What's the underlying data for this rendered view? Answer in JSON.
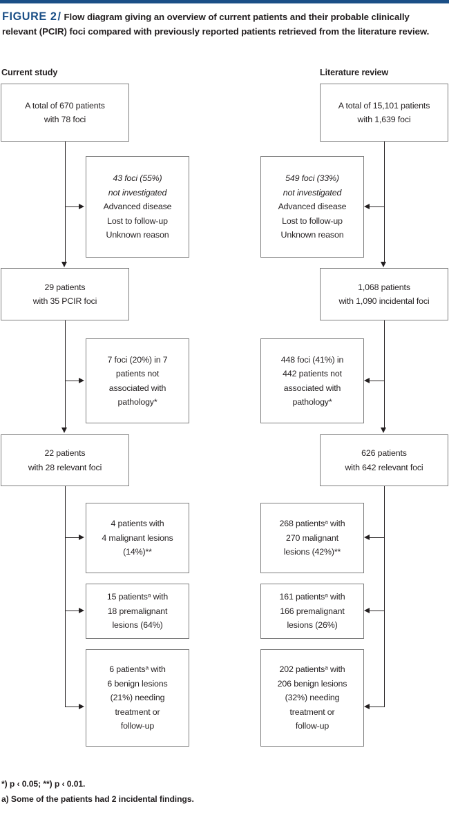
{
  "figure": {
    "label": "FIGURE 2",
    "separator": "/",
    "caption": "Flow diagram giving an overview of current patients and their probable clinically relevant (PCIR) foci compared with previously reported patients retrieved from the literature review."
  },
  "columns": {
    "left_header": "Current study",
    "right_header": "Literature review"
  },
  "chart_data": {
    "type": "diagram",
    "title": "Flow diagram of current patients and probable clinically relevant (PCIR) foci vs. literature review",
    "columns": [
      "Current study",
      "Literature review"
    ],
    "left": {
      "main": [
        {
          "lines": [
            "A total of 670 patients",
            "with 78 foci"
          ],
          "patients": 670,
          "foci": 78
        },
        {
          "lines": [
            "29 patients",
            "with 35 PCIR foci"
          ],
          "patients": 29,
          "foci": 35
        },
        {
          "lines": [
            "22 patients",
            "with 28 relevant foci"
          ],
          "patients": 22,
          "foci": 28
        }
      ],
      "side": [
        {
          "lines": [
            "43 foci (55%)",
            "not investigated",
            "Advanced disease",
            "Lost to follow-up",
            "Unknown reason"
          ],
          "italic_lines": 2,
          "foci": 43,
          "percent": 55
        },
        {
          "lines": [
            "7 foci (20%) in 7",
            "patients not",
            "associated with",
            "pathology*"
          ],
          "italic_lines": 0,
          "foci": 7,
          "percent": 20,
          "patients": 7
        },
        {
          "lines": [
            "4 patients with",
            "4 malignant lesions",
            "(14%)**"
          ],
          "italic_lines": 0,
          "patients": 4,
          "lesions": 4,
          "percent": 14
        },
        {
          "lines": [
            "15 patients<sup>a</sup> with",
            "18 premalignant",
            "lesions (64%)"
          ],
          "italic_lines": 0,
          "patients": 15,
          "lesions": 18,
          "percent": 64
        },
        {
          "lines": [
            "6 patients<sup>a</sup> with",
            "6 benign lesions",
            "(21%) needing",
            "treatment or",
            "follow-up"
          ],
          "italic_lines": 0,
          "patients": 6,
          "lesions": 6,
          "percent": 21
        }
      ]
    },
    "right": {
      "main": [
        {
          "lines": [
            "A total of 15,101 patients",
            "with 1,639 foci"
          ],
          "patients": 15101,
          "foci": 1639
        },
        {
          "lines": [
            "1,068 patients",
            "with 1,090 incidental foci"
          ],
          "patients": 1068,
          "foci": 1090
        },
        {
          "lines": [
            "626 patients",
            "with 642 relevant foci"
          ],
          "patients": 626,
          "foci": 642
        }
      ],
      "side": [
        {
          "lines": [
            "549 foci (33%)",
            "not investigated",
            "Advanced disease",
            "Lost to follow-up",
            "Unknown reason"
          ],
          "italic_lines": 2,
          "foci": 549,
          "percent": 33
        },
        {
          "lines": [
            "448 foci (41%) in",
            "442 patients not",
            "associated with",
            "pathology*"
          ],
          "italic_lines": 0,
          "foci": 448,
          "percent": 41,
          "patients": 442
        },
        {
          "lines": [
            "268 patients<sup>a</sup> with",
            "270 malignant",
            "lesions (42%)**"
          ],
          "italic_lines": 0,
          "patients": 268,
          "lesions": 270,
          "percent": 42
        },
        {
          "lines": [
            "161 patients<sup>a</sup> with",
            "166 premalignant",
            "lesions (26%)"
          ],
          "italic_lines": 0,
          "patients": 161,
          "lesions": 166,
          "percent": 26
        },
        {
          "lines": [
            "202 patients<sup>a</sup> with",
            "206 benign lesions",
            "(32%) needing",
            "treatment or",
            "follow-up"
          ],
          "italic_lines": 0,
          "patients": 202,
          "lesions": 206,
          "percent": 32
        }
      ]
    },
    "colors": {
      "accent": "#1b4f87",
      "text": "#231f20",
      "box_border": "#7d7d7d",
      "connector": "#231f20"
    }
  },
  "footnotes": [
    "*) p ‹ 0.05; **) p ‹ 0.01.",
    "a) Some of the patients had 2 incidental findings."
  ]
}
